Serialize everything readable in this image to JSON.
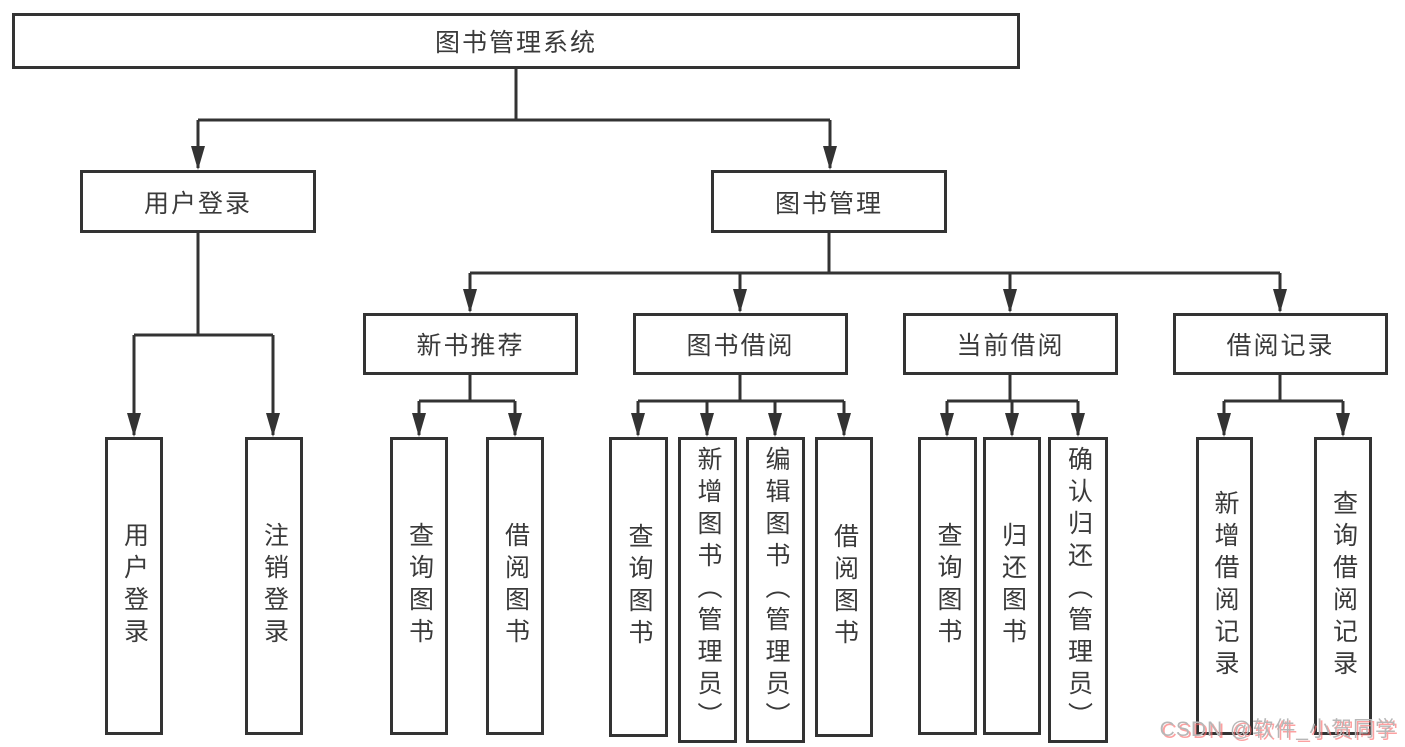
{
  "colors": {
    "line": "#333333",
    "text": "#3a3a3a",
    "box_background": "#ffffff",
    "watermark_gray": "#b7b7b7",
    "watermark_red": "#fa6e6e"
  },
  "diagram": {
    "root": {
      "label": "图书管理系统"
    },
    "login_branch": {
      "label": "用户登录",
      "leaves": [
        {
          "label": "用户登录"
        },
        {
          "label": "注销登录"
        }
      ]
    },
    "manage_branch": {
      "label": "图书管理",
      "groups": [
        {
          "label": "新书推荐",
          "leaves": [
            {
              "label": "查询图书"
            },
            {
              "label": "借阅图书"
            }
          ]
        },
        {
          "label": "图书借阅",
          "leaves": [
            {
              "label": "查询图书"
            },
            {
              "label": "新增图书（管理员）"
            },
            {
              "label": "编辑图书（管理员）"
            },
            {
              "label": "借阅图书"
            }
          ]
        },
        {
          "label": "当前借阅",
          "leaves": [
            {
              "label": "查询图书"
            },
            {
              "label": "归还图书"
            },
            {
              "label": "确认归还（管理员）"
            }
          ]
        },
        {
          "label": "借阅记录",
          "leaves": [
            {
              "label": "新增借阅记录"
            },
            {
              "label": "查询借阅记录"
            }
          ]
        }
      ]
    }
  },
  "watermark": {
    "text": "CSDN @软件_小贺同学"
  }
}
